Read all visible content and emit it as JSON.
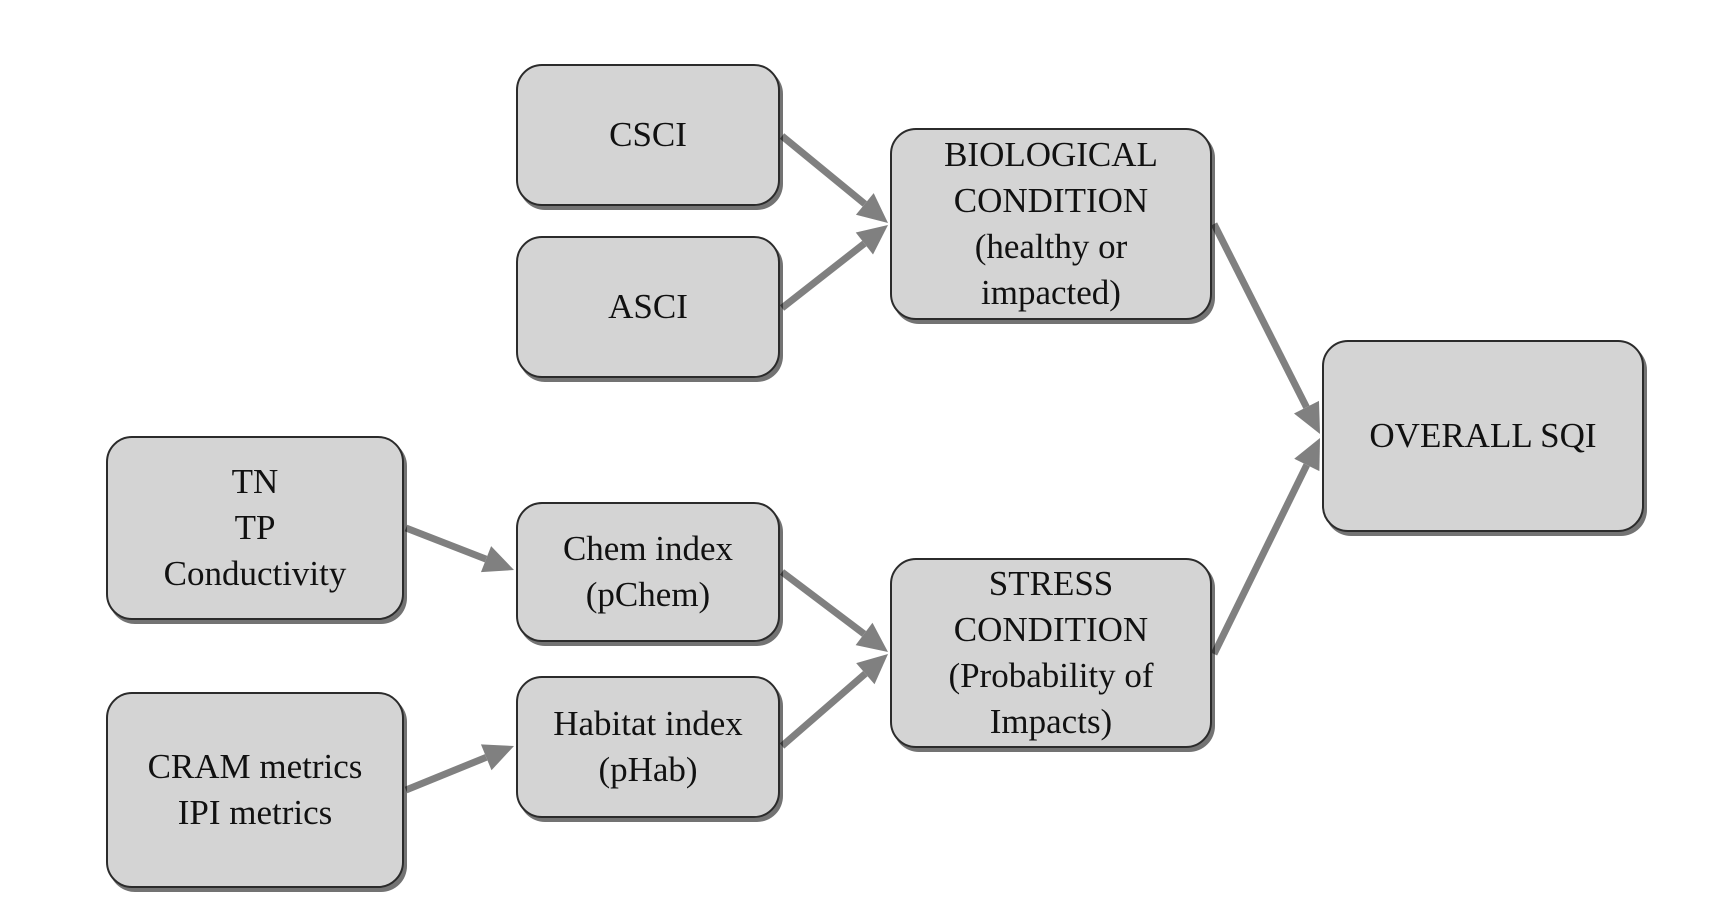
{
  "colors": {
    "node_fill": "#d4d4d4",
    "node_border": "#2b2b2b",
    "arrow": "#808080",
    "background": "#ffffff"
  },
  "nodes": {
    "csci": {
      "label": "CSCI"
    },
    "asci": {
      "label": "ASCI"
    },
    "bio": {
      "label": "BIOLOGICAL\nCONDITION\n(healthy or\nimpacted)"
    },
    "nutrients": {
      "label": "TN\nTP\nConductivity"
    },
    "chem": {
      "label": "Chem index\n(pChem)"
    },
    "cram": {
      "label": "CRAM metrics\nIPI metrics"
    },
    "habitat": {
      "label": "Habitat index\n(pHab)"
    },
    "stress": {
      "label": "STRESS\nCONDITION\n(Probability of\nImpacts)"
    },
    "sqi": {
      "label": "OVERALL SQI"
    }
  },
  "edges": [
    {
      "from": "csci",
      "to": "bio"
    },
    {
      "from": "asci",
      "to": "bio"
    },
    {
      "from": "nutrients",
      "to": "chem"
    },
    {
      "from": "cram",
      "to": "habitat"
    },
    {
      "from": "chem",
      "to": "stress"
    },
    {
      "from": "habitat",
      "to": "stress"
    },
    {
      "from": "bio",
      "to": "sqi"
    },
    {
      "from": "stress",
      "to": "sqi"
    }
  ]
}
